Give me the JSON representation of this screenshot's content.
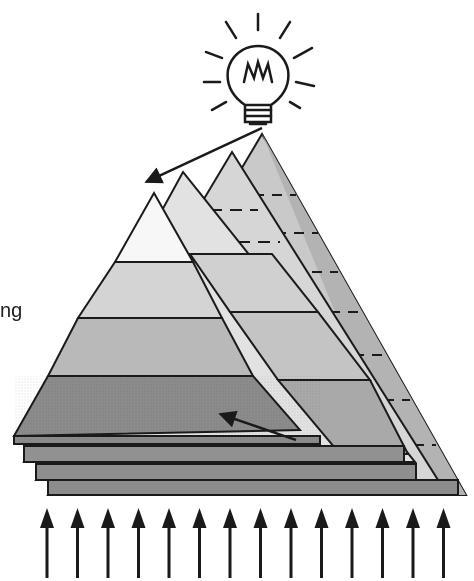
{
  "side_text": "ng",
  "colors": {
    "ink": "#1a1a1a",
    "band_1": "#f7f7f7",
    "band_2": "#d4d4d4",
    "band_3": "#b9b9b9",
    "band_4": "#8c8c8c",
    "paper": "#ffffff"
  },
  "icons": {
    "light": "lightbulb-icon",
    "inputs": "up-arrow-icon"
  },
  "input_arrow_count": 14,
  "layer_count": 4
}
